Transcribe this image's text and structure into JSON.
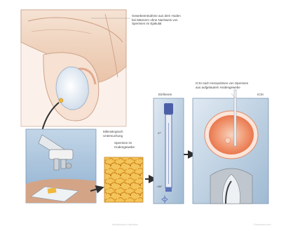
{
  "labels": {
    "testis_extraction": "Gewebeentnahme aus dem Hoden\nbei Männern ohne Nachweis von\nSpermien im Ejakulat",
    "microscopy": "Mikroskopisch\nUntersuchung",
    "sperm_in_tissue": "Spermien im\nHodengewebe",
    "freezing": "Einfrieren",
    "icsi_after_thaw": "ICSI nach Herauslösen von Spermien\naus aufgetautem Hodengewebe",
    "icsi": "ICSI",
    "temp_top": "37°",
    "temp_bottom": "-196°"
  },
  "credits": {
    "left": "Medizinische Illustration",
    "right": "Frauenarzt.com"
  },
  "colors": {
    "skin": "#f3dccb",
    "skin_dark": "#d6a98c",
    "panel_blue": "#a9c4dc",
    "tissue": "#f0b83c",
    "egg": "#f08a62",
    "egg_core": "#f7c6ae",
    "tube": "#5d72b8",
    "arrow": "#2f2f2f"
  }
}
